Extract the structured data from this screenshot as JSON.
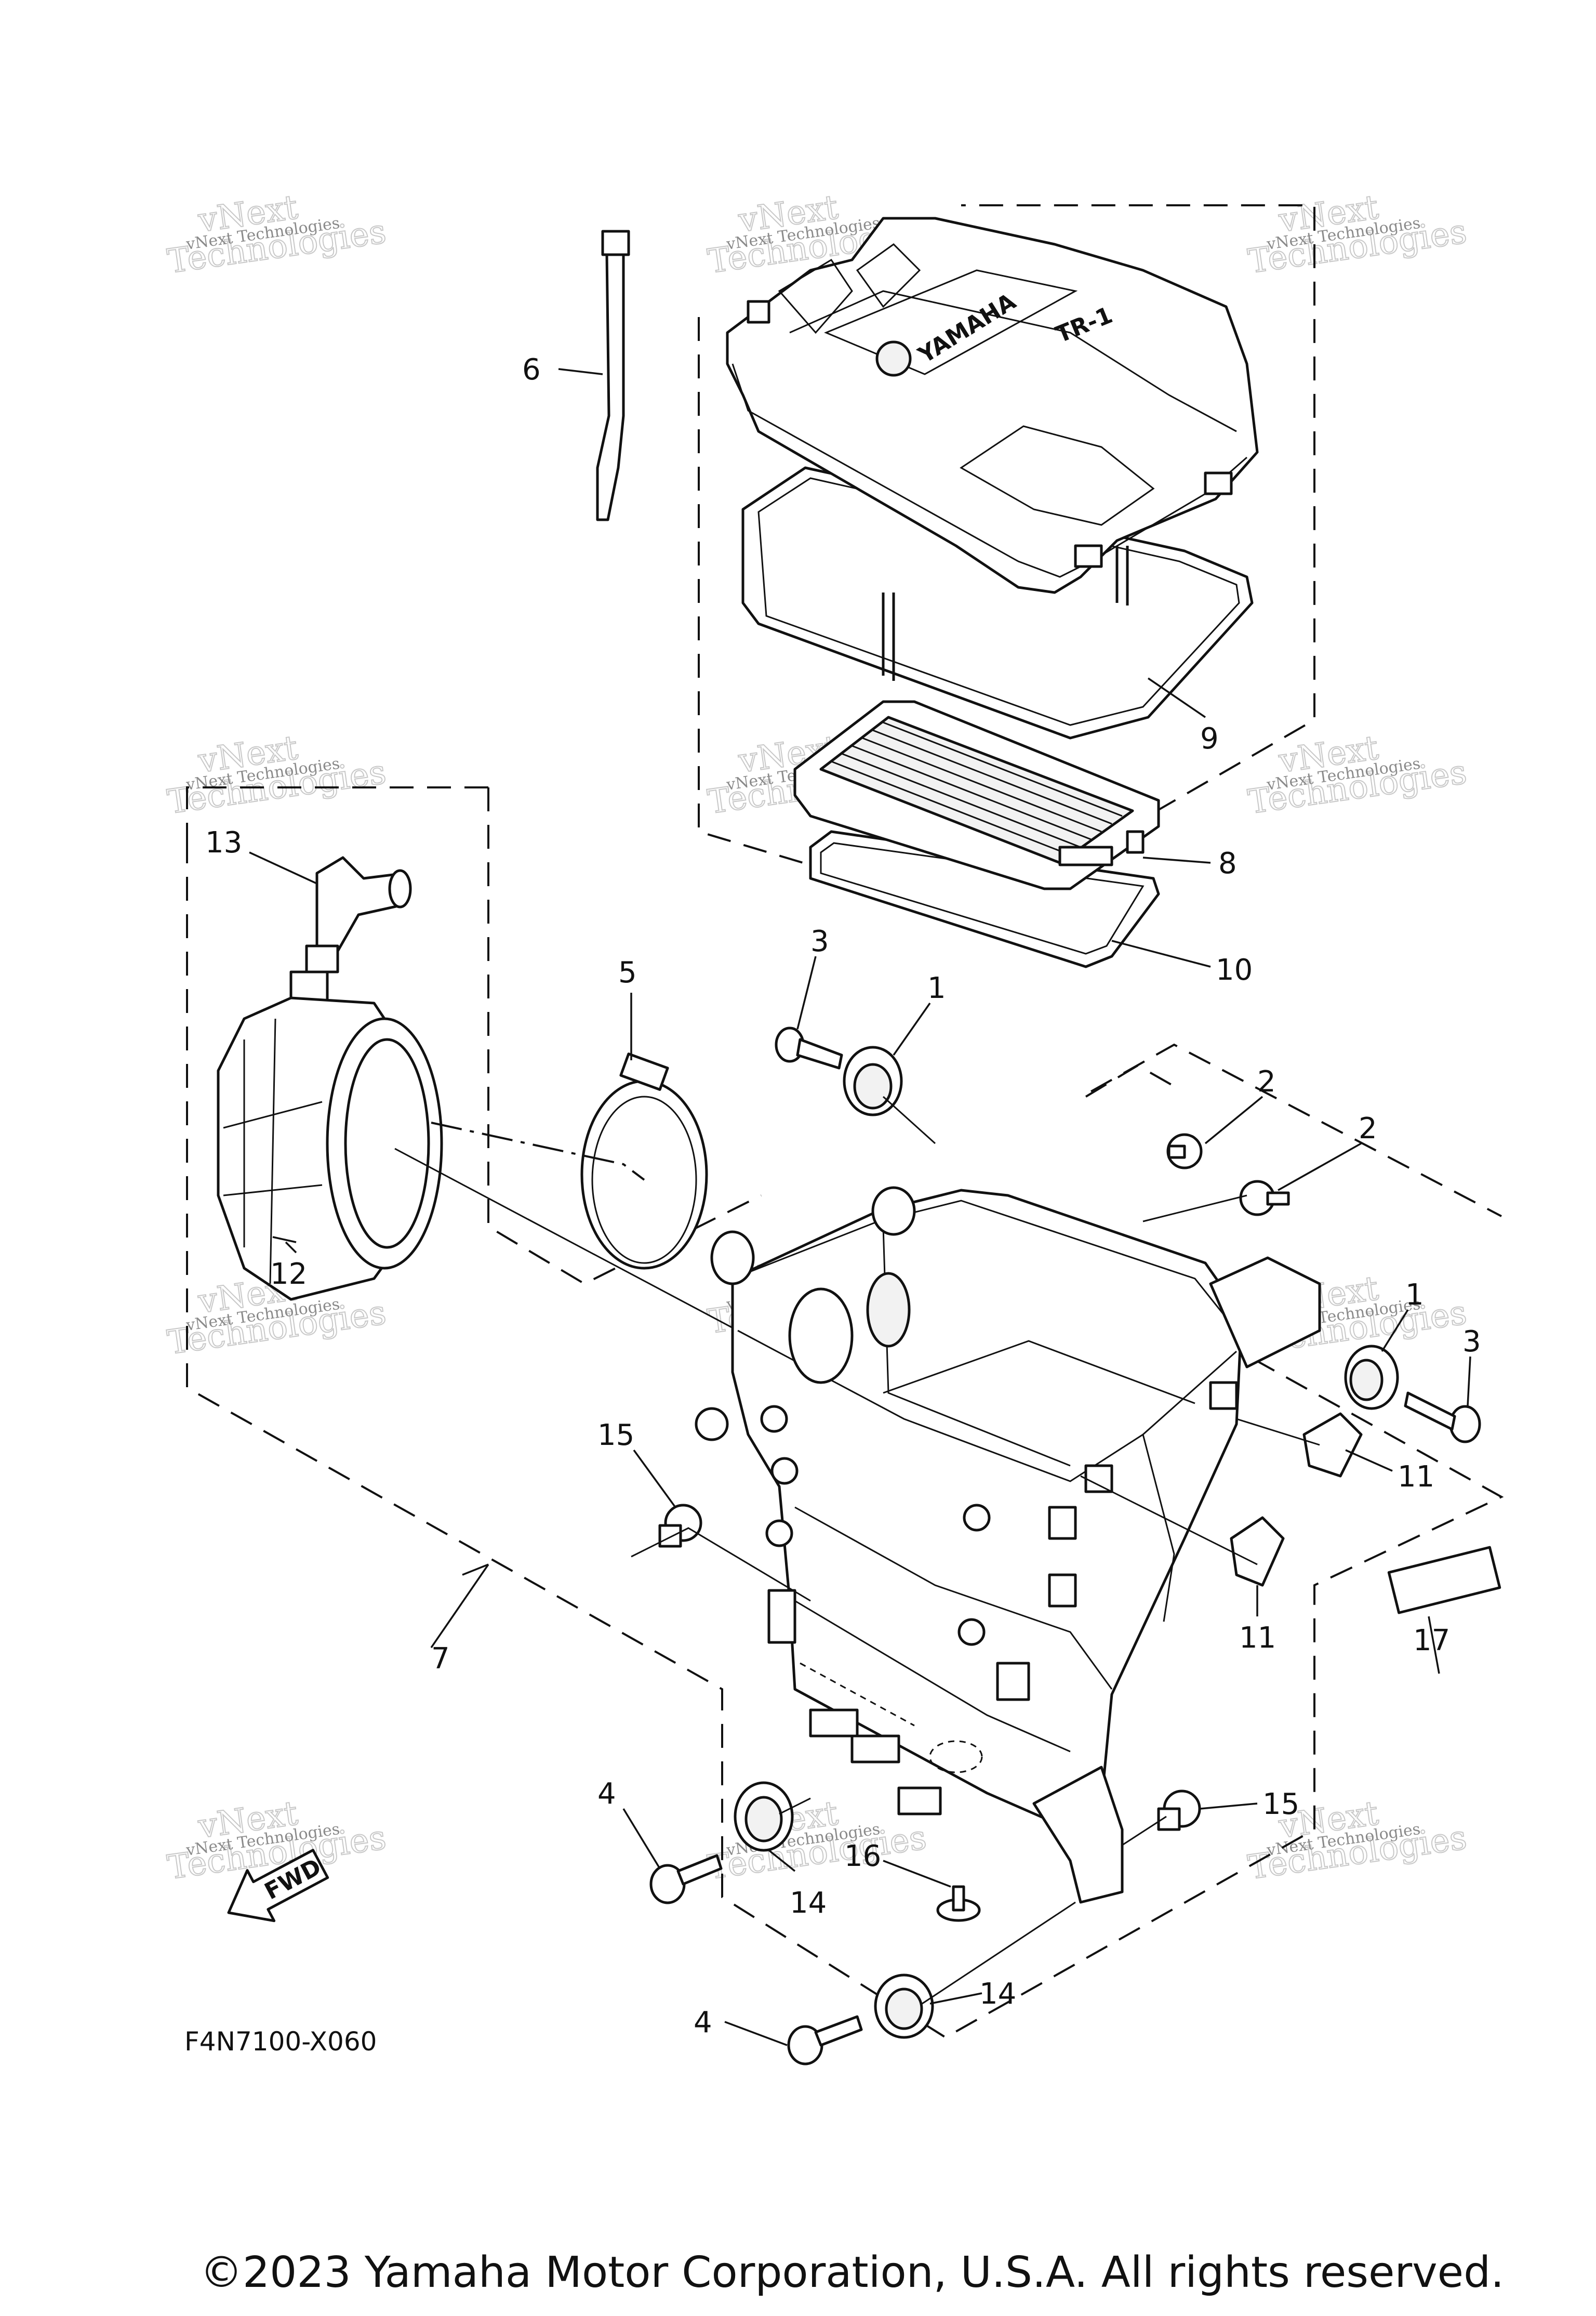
{
  "diagram_code": "F4N7100-X060",
  "copyright": "©2023 Yamaha Motor Corporation, U.S.A. All rights reserved.",
  "fwd_label": "FWD",
  "cover_brand": "YAMAHA",
  "cover_model": "TR-1",
  "watermark": {
    "line1": "vNext Technologies",
    "line2": "vNext",
    "line3": "Technologies"
  },
  "callouts": {
    "c1a": "1",
    "c1b": "1",
    "c2a": "2",
    "c2b": "2",
    "c3a": "3",
    "c3b": "3",
    "c4a": "4",
    "c4b": "4",
    "c5": "5",
    "c6": "6",
    "c7": "7",
    "c8": "8",
    "c9": "9",
    "c10": "10",
    "c11a": "11",
    "c11b": "11",
    "c12": "12",
    "c13": "13",
    "c14a": "14",
    "c14b": "14",
    "c15a": "15",
    "c15b": "15",
    "c16": "16",
    "c17": "17"
  }
}
